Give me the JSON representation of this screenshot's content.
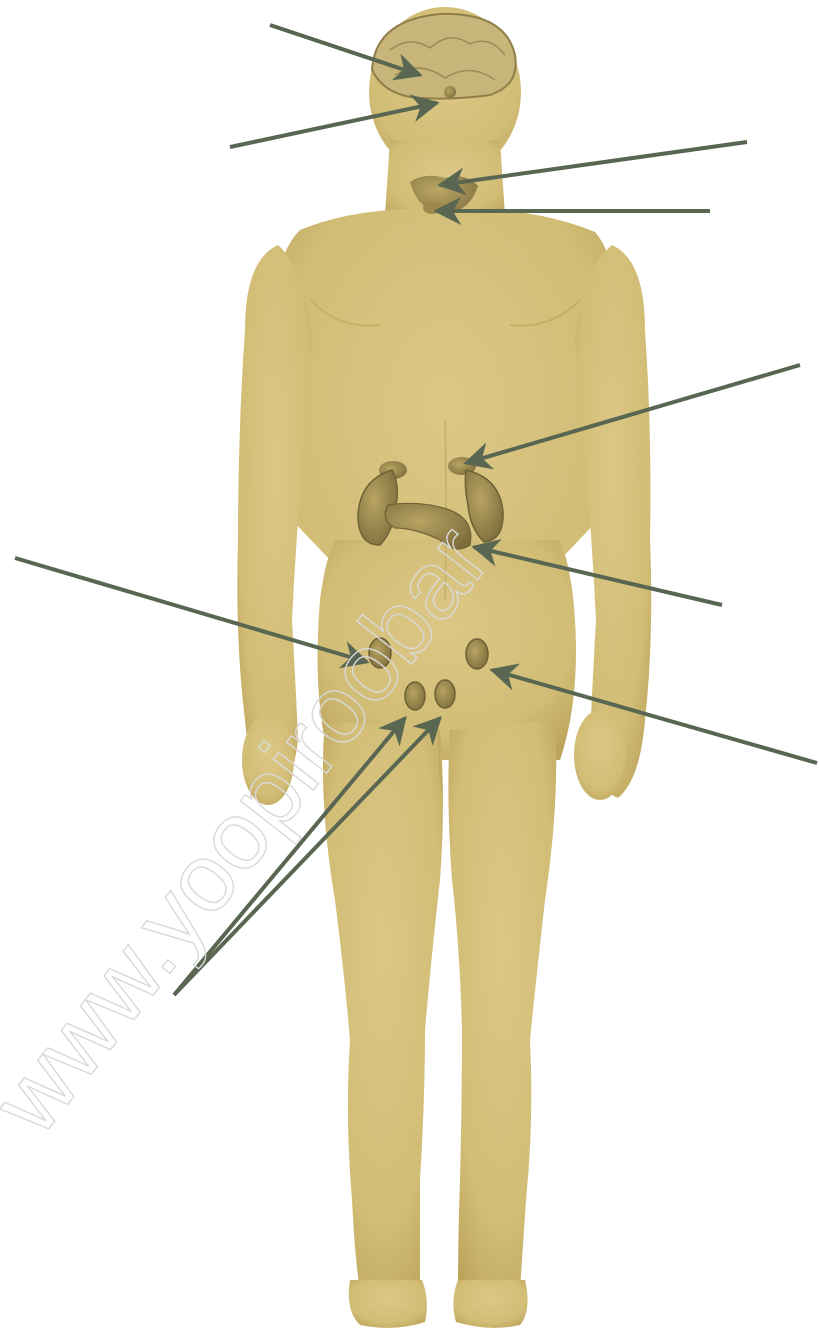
{
  "diagram": {
    "subject": "human-endocrine-system-back-view",
    "watermark": "www.yoopiroobar",
    "colors": {
      "background": "#ffffff",
      "skin": "#d2bd76",
      "skin_shadow": "#b59e55",
      "gland": "#a58f4f",
      "gland_dark": "#6e6235",
      "arrow": "#586652",
      "watermark": "#d9d9d9"
    },
    "glands": [
      {
        "id": "brain"
      },
      {
        "id": "pituitary"
      },
      {
        "id": "thyroid"
      },
      {
        "id": "parathyroid"
      },
      {
        "id": "adrenal-right"
      },
      {
        "id": "adrenal-left"
      },
      {
        "id": "kidney-right"
      },
      {
        "id": "kidney-left"
      },
      {
        "id": "pancreas"
      },
      {
        "id": "ovary-left"
      },
      {
        "id": "ovary-right"
      },
      {
        "id": "testis-left"
      },
      {
        "id": "testis-right"
      }
    ],
    "pointers": [
      {
        "id": "pointer-brain",
        "target": "brain"
      },
      {
        "id": "pointer-pituitary",
        "target": "pituitary"
      },
      {
        "id": "pointer-thyroid",
        "target": "thyroid"
      },
      {
        "id": "pointer-parathyroid",
        "target": "parathyroid"
      },
      {
        "id": "pointer-adrenal",
        "target": "adrenal-left"
      },
      {
        "id": "pointer-pancreas",
        "target": "pancreas"
      },
      {
        "id": "pointer-ovary-left",
        "target": "ovary-left"
      },
      {
        "id": "pointer-ovary-right",
        "target": "ovary-right"
      },
      {
        "id": "pointer-testis-left",
        "target": "testis-left"
      },
      {
        "id": "pointer-testis-right",
        "target": "testis-right"
      }
    ]
  }
}
